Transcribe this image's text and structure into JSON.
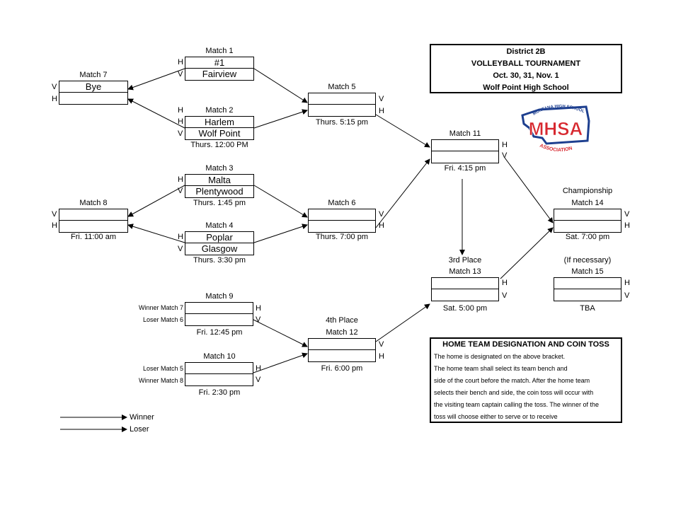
{
  "header": {
    "line1": "District 2B",
    "line2": "VOLLEYBALL TOURNAMENT",
    "line3": "Oct. 30, 31, Nov. 1",
    "line4": "Wolf Point High School"
  },
  "logo": {
    "text": "MHSA",
    "arc_top": "MONTANA HIGH SCHOOL",
    "arc_bottom": "ASSOCIATION",
    "color": "#d7282f",
    "accent": "#1d3f8f"
  },
  "matches": {
    "m1": {
      "title": "Match 1",
      "top": "#1",
      "bottom": "Fairview"
    },
    "m2": {
      "title": "Match 2",
      "top": "Harlem",
      "bottom": "Wolf Point",
      "time": "Thurs. 12:00 PM"
    },
    "m3": {
      "title": "Match 3",
      "top": "Malta",
      "bottom": "Plentywood",
      "time": "Thurs. 1:45 pm"
    },
    "m4": {
      "title": "Match 4",
      "top": "Poplar",
      "bottom": "Glasgow",
      "time": "Thurs. 3:30 pm"
    },
    "m5": {
      "title": "Match 5",
      "time": "Thurs. 5:15 pm"
    },
    "m6": {
      "title": "Match 6",
      "time": "Thurs. 7:00 pm"
    },
    "m7": {
      "title": "Match 7",
      "top": "Bye"
    },
    "m8": {
      "title": "Match 8",
      "time": "Fri. 11:00 am"
    },
    "m9": {
      "title": "Match 9",
      "time": "Fri. 12:45 pm",
      "src_top": "Winner Match 7",
      "src_bottom": "Loser Match 6"
    },
    "m10": {
      "title": "Match 10",
      "time": "Fri. 2:30 pm",
      "src_top": "Loser Match 5",
      "src_bottom": "Winner Match 8"
    },
    "m11": {
      "title": "Match 11",
      "time": "Fri. 4:15 pm"
    },
    "m12": {
      "subtitle": "4th Place",
      "title": "Match 12",
      "time": "Fri. 6:00 pm"
    },
    "m13": {
      "subtitle": "3rd Place",
      "title": "Match 13",
      "time": "Sat. 5:00 pm"
    },
    "m14": {
      "subtitle": "Championship",
      "title": "Match 14",
      "time": "Sat. 7:00 pm"
    },
    "m15": {
      "subtitle": "(If necessary)",
      "title": "Match 15",
      "time": "TBA"
    }
  },
  "hv": {
    "h": "H",
    "v": "V"
  },
  "legend": {
    "winner": "Winner",
    "loser": "Loser"
  },
  "note": {
    "title": "HOME TEAM DESIGNATION AND COIN TOSS",
    "lines": [
      "The home is designated on the above bracket.",
      "The home team shall select its team bench and",
      "side of the court before the match.  After the home team",
      "selects their bench and side, the coin toss will occur with",
      "the visiting team captain calling the toss.  The winner of the",
      "toss will choose either to serve or to receive"
    ]
  }
}
